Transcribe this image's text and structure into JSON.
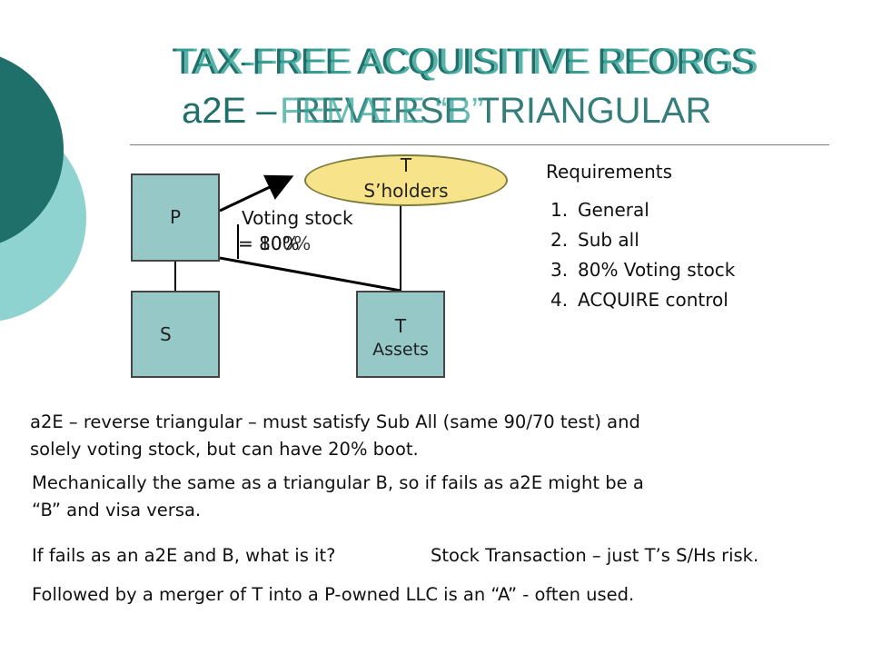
{
  "slide": {
    "title_back": "TAX-FREE ACQUISITIVE REORGS",
    "title_front": "TAX-FREE ACQUISITIVE REORGS",
    "subtitle_back_left": "a2E – ",
    "subtitle_back_right": "REVERSE TRIANGULAR",
    "subtitle_front": "FEMALE “B”"
  },
  "diagram": {
    "p_label": "P",
    "s_label": "S",
    "t_shareholders_line1": "T",
    "t_shareholders_line2": "S’holders",
    "t_assets_line1": "T",
    "t_assets_line2": "Assets",
    "voting_stock": "Voting stock",
    "pct_a": "= 80%",
    "pct_b": "= 100%"
  },
  "requirements": {
    "heading": "Requirements",
    "items": [
      {
        "num": "1.",
        "text": "General"
      },
      {
        "num": "2.",
        "text": "Sub all"
      },
      {
        "num": "3.",
        "text": "80% Voting stock"
      },
      {
        "num": "4.",
        "text": "ACQUIRE control"
      }
    ]
  },
  "notes": {
    "p1_line1": "a2E – reverse triangular – must satisfy Sub All (same 90/70 test) and",
    "p1_line2": "solely voting stock, but can have 20% boot.",
    "p2_line1": "Mechanically the same as a triangular B, so if fails as a2E might be a",
    "p2_line2": "“B” and visa versa.",
    "p3_left": "If fails as an a2E and B, what is it?",
    "p3_right": "Stock Transaction – just T’s S/Hs risk.",
    "p4": "Followed by a merger of T into a P-owned LLC is an “A” - often used."
  },
  "colors": {
    "dark_teal": "#1f6f6b",
    "teal": "#3aa79b",
    "light_teal": "#8fd3d1",
    "box_fill": "#96c8c8",
    "oval_fill": "#f7e38a"
  }
}
